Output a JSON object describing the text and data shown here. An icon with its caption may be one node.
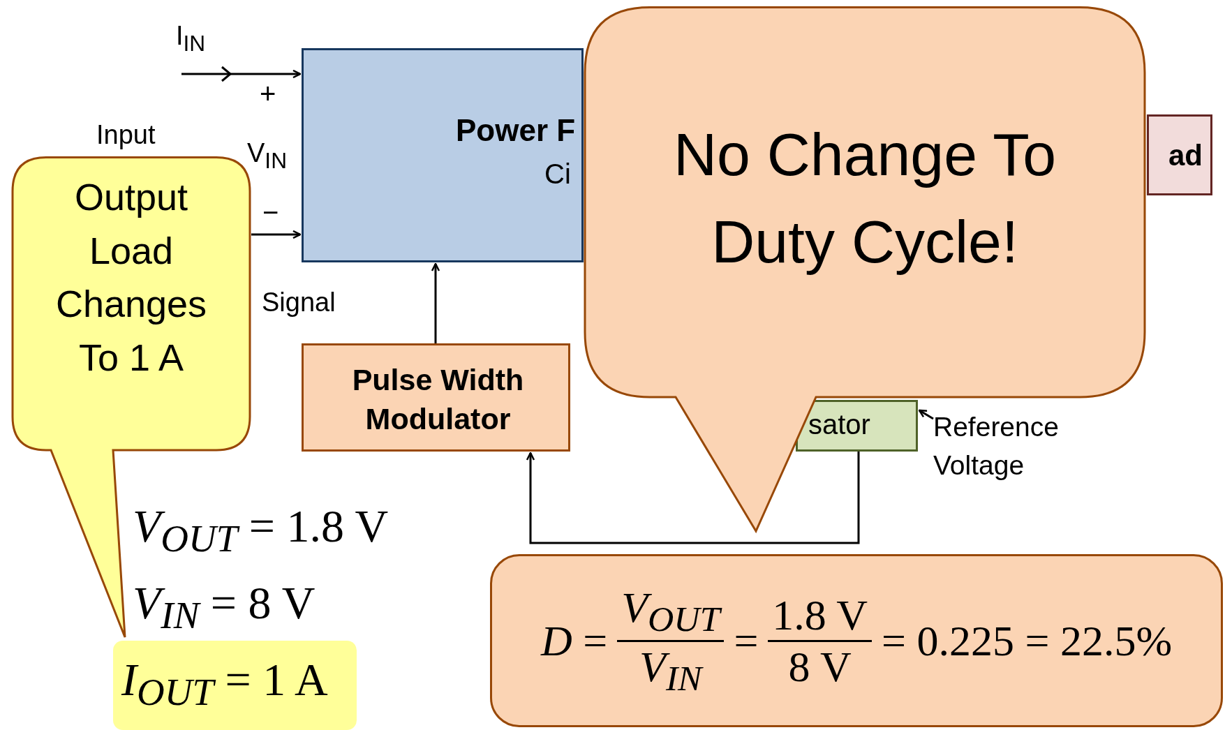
{
  "diagram": {
    "nodes": [
      {
        "text": [
          "Power F",
          "Ci"
        ]
      },
      {
        "text": [
          "ad"
        ]
      },
      {
        "text": [
          "Pulse Width Modulator"
        ]
      },
      {
        "text": [
          "sator"
        ]
      },
      {
        "text": [
          "Reference Voltage"
        ]
      },
      {
        "text": [
          "Output Load Changes To 1 A"
        ]
      },
      {
        "text": [
          "*I*$_{OUT}$ = 1 A"
        ]
      },
      {
        "text": [
          "No Change To Duty Cycle!"
        ]
      },
      {
        "text": [
          "*D* =",
          "*V*$_{OUT}$",
          "*V*$_{IN}$",
          "=",
          "1.8 V",
          "8 V",
          "= 0.225 = 22.5%"
        ]
      }
    ],
    "edges": [
      {
        "from": null,
        "to": 0,
        "arrow": "to"
      },
      {
        "from": 5,
        "to": 0,
        "arrow": "to"
      },
      {
        "from": 2,
        "to": 0,
        "arrow": "to"
      },
      {
        "from": 3,
        "to": 2,
        "arrow": "to"
      },
      {
        "from": 4,
        "to": 3,
        "arrow": "to"
      }
    ],
    "labels": [
      "I$_{IN}$",
      "+",
      "Input",
      "V$_{IN}$",
      "−",
      "Signal",
      "*V*$_{OUT}$ = 1.8 V",
      "*V*$_{IN}$ = 8 V"
    ]
  }
}
